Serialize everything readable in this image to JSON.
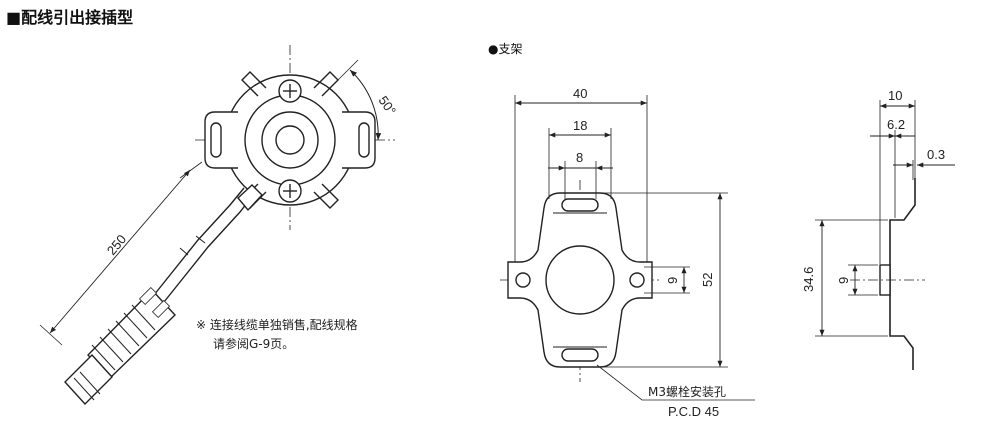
{
  "title": "■配线引出接插型",
  "bracket_title": "●支架",
  "encoder": {
    "angle": "50°",
    "cable_length": "250",
    "note_line1": "※ 连接线缆单独销售,配线规格",
    "note_line2": "请参阅G-9页。"
  },
  "bracket_front": {
    "dim_40": "40",
    "dim_18": "18",
    "dim_8": "8",
    "dim_9": "9",
    "dim_52": "52",
    "hole_label": "M3螺栓安装孔",
    "pcd_label": "P.C.D 45"
  },
  "bracket_side": {
    "dim_10": "10",
    "dim_6_2": "6.2",
    "dim_0_3": "0.3",
    "dim_34_6": "34.6",
    "dim_9": "9"
  }
}
